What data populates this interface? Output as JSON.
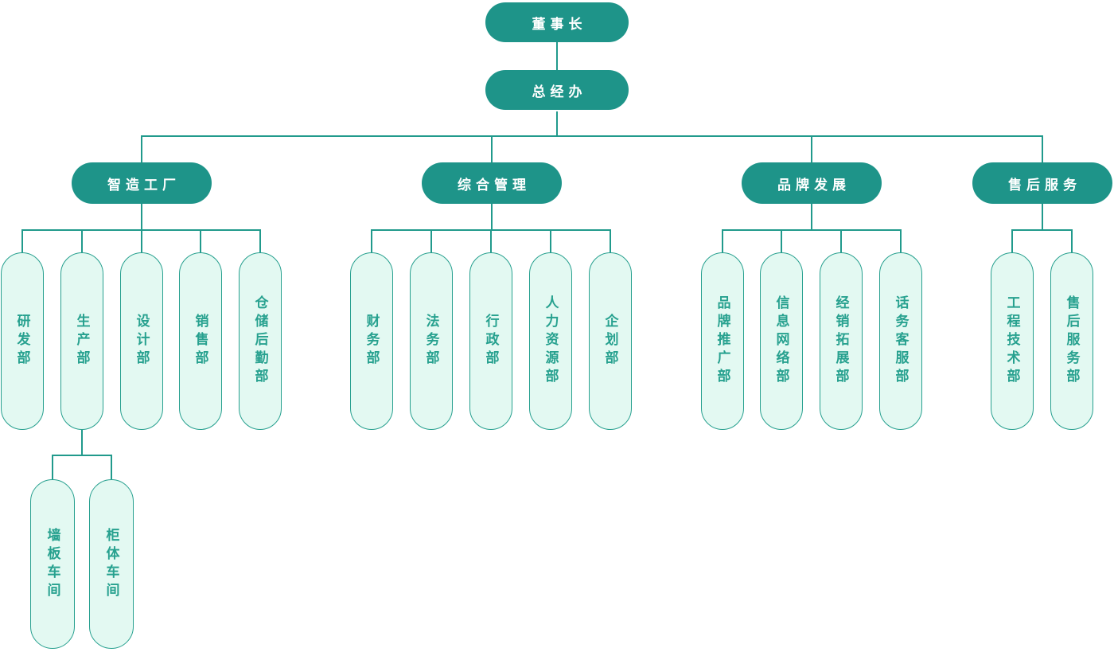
{
  "palette": {
    "node_dark_bg": "#1E9489",
    "node_dark_text": "#FFFFFF",
    "node_light_bg": "#E3F9F2",
    "node_light_border": "#27A08F",
    "node_light_text": "#27A18F",
    "connector_line": "#219A8C",
    "background": "#FFFFFF"
  },
  "tree": {
    "root": {
      "label": "董事长"
    },
    "office": {
      "label": "总经办"
    },
    "branches": [
      {
        "label": "智造工厂",
        "children": [
          "研发部",
          "生产部",
          "设计部",
          "销售部",
          "仓储后勤部"
        ]
      },
      {
        "label": "综合管理",
        "children": [
          "财务部",
          "法务部",
          "行政部",
          "人力资源部",
          "企划部"
        ]
      },
      {
        "label": "品牌发展",
        "children": [
          "品牌推广部",
          "信息网络部",
          "经销拓展部",
          "话务客服部"
        ]
      },
      {
        "label": "售后服务",
        "children": [
          "工程技术部",
          "售后服务部"
        ]
      }
    ],
    "production_sub": {
      "parent_label": "生产部",
      "children": [
        "墙板车间",
        "柜体车间"
      ]
    }
  }
}
